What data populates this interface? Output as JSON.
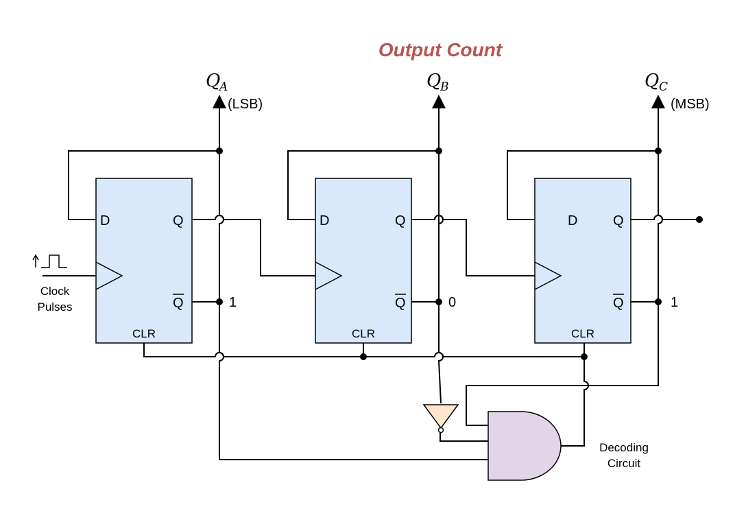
{
  "title": "Output Count",
  "colors": {
    "title": "#b85450",
    "flipflop_fill": "#dae8fc",
    "and_gate_fill": "#e1d5e7",
    "not_gate_fill": "#ffe6cc"
  },
  "flipflops": [
    {
      "d": "D",
      "q": "Q",
      "qbar": "Q",
      "clr": "CLR"
    },
    {
      "d": "D",
      "q": "Q",
      "qbar": "Q",
      "clr": "CLR"
    },
    {
      "d": "D",
      "q": "Q",
      "qbar": "Q",
      "clr": "CLR"
    }
  ],
  "outputs": [
    {
      "letter": "Q",
      "sub": "A",
      "note": "(LSB)",
      "qbar_value": "1"
    },
    {
      "letter": "Q",
      "sub": "B",
      "note": "",
      "qbar_value": "0"
    },
    {
      "letter": "Q",
      "sub": "C",
      "note": "(MSB)",
      "qbar_value": "1"
    }
  ],
  "clock": {
    "line1": "Clock",
    "line2": "Pulses"
  },
  "decoder": {
    "line1": "Decoding",
    "line2": "Circuit"
  }
}
